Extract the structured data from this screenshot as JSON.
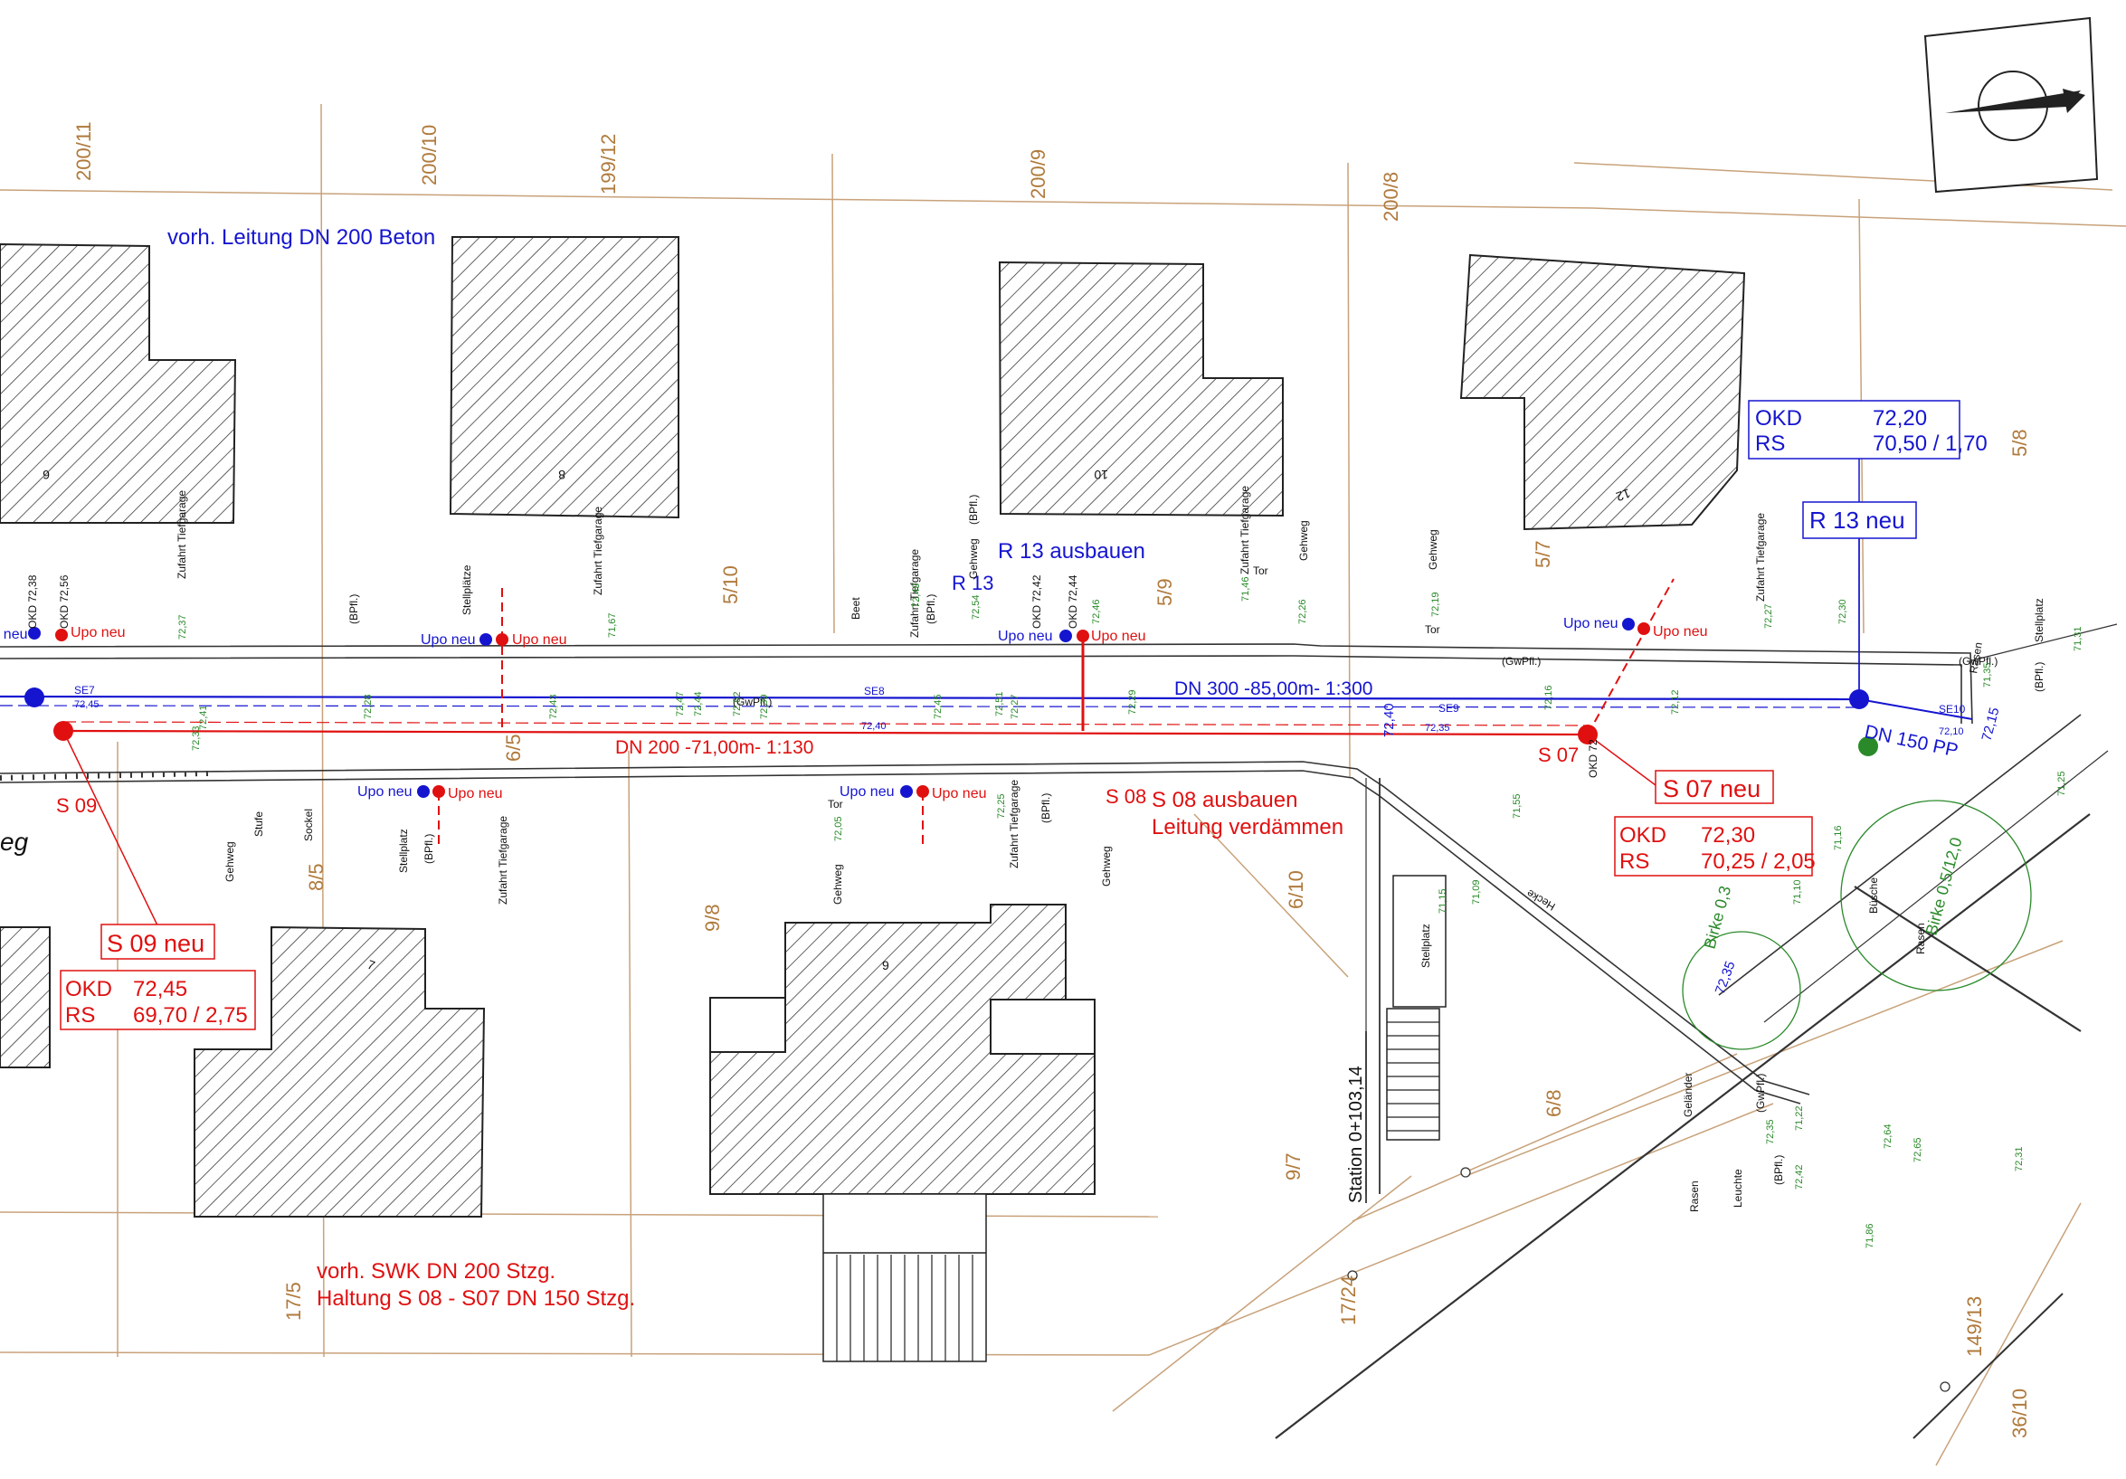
{
  "parcels": {
    "p200_11": "200/11",
    "p200_10": "200/10",
    "p199_12": "199/12",
    "p200_9": "200/9",
    "p200_8": "200/8",
    "p5_10": "5/10",
    "p5_9": "5/9",
    "p5_7": "5/7",
    "p5_8": "5/8",
    "p6_5": "6/5",
    "p8_5": "8/5",
    "p9_8": "9/8",
    "p6_10": "6/10",
    "p9_7": "9/7",
    "p6_8": "6/8",
    "p17_5": "17/5",
    "p17_24": "17/24",
    "p149_13": "149/13",
    "p36_10": "36/10"
  },
  "labels": {
    "existing_line": "vorh. Leitung DN 200 Beton",
    "r13_remove": "R 13 ausbauen",
    "r13": "R 13",
    "r13_new": "R 13 neu",
    "dn300": "DN 300 -85,00m- 1:300",
    "dn200": "DN 200 -71,00m- 1:130",
    "dn150": "DN 150 PP",
    "s07": "S 07",
    "s07_new": "S 07 neu",
    "s08": "S 08",
    "s08_remove": "S 08 ausbauen",
    "s08_plug": "Leitung verdämmen",
    "s09": "S 09",
    "s09_new": "S 09 neu",
    "swk_1": "vorh. SWK DN 200 Stzg.",
    "swk_2": "Haltung S 08 - S07 DN 150 Stzg.",
    "station": "Station 0+103,14",
    "street_fragment": "eg",
    "upo_neu": "Upo neu",
    "se7": "SE7",
    "se8": "SE8",
    "se9": "SE9",
    "se10": "SE10"
  },
  "r13_box": {
    "okd_label": "OKD",
    "okd": "72,20",
    "rs_label": "RS",
    "rs": "70,50 / 1,70"
  },
  "s07_box": {
    "okd_label": "OKD",
    "okd": "72,30",
    "rs_label": "RS",
    "rs": "70,25 / 2,05"
  },
  "s09_box": {
    "okd_label": "OKD",
    "okd": "72,45",
    "rs_label": "RS",
    "rs": "69,70 / 2,75"
  },
  "house_numbers": {
    "h6": "6",
    "h8": "8",
    "h10": "10",
    "h12": "12",
    "h7": "7",
    "h9": "9"
  },
  "small_labels": {
    "zufahrt": "Zufahrt Tiefgarage",
    "stellplatz": "Stellplatz",
    "stellplaetze": "Stellplätze",
    "gehweg": "Gehweg",
    "bpfl": "(BPfl.)",
    "gwpfl": "(GwPfl.)",
    "beet": "Beet",
    "tor": "Tor",
    "hecke": "Hecke",
    "rasen": "Rasen",
    "sockel": "Sockel",
    "stufe": "Stufe",
    "birke_a": "Birke 0,3",
    "birke_b": "Birke 0,5/12,0",
    "buesche": "Büsche",
    "gelaender": "Geländer",
    "leuchte": "Leuchte",
    "okd_7238": "OKD 72,38",
    "okd_7256": "OKD 72,56",
    "okd_7242": "OKD 72,42",
    "okd_7244": "OKD 72,44",
    "okd_72": "OKD 72",
    "el_7240": "72,40",
    "el_7245": "72,45",
    "el_7235": "72,35",
    "el_7210": "72,10",
    "el_7215": "72,15",
    "el_7240b": "72,40",
    "el_7235b": "72,35"
  },
  "spot_heights": [
    "72,49",
    "72,54",
    "72,46",
    "72,51",
    "72,43",
    "72,47",
    "72,44",
    "72,39",
    "72,37",
    "72,41",
    "72,33",
    "72,28",
    "71,67",
    "72,52",
    "72,45",
    "72,27",
    "72,29",
    "71,46",
    "72,26",
    "72,19",
    "72,16",
    "72,12",
    "72,27",
    "72,30",
    "71,35",
    "71,31",
    "71,25",
    "71,16",
    "71,10",
    "71,22",
    "72,35",
    "72,42",
    "72,64",
    "72,65",
    "72,31",
    "71,86",
    "71,55",
    "71,15",
    "71,09",
    "72,05",
    "72,25"
  ],
  "colors": {
    "blue": "#1515d0",
    "red": "#e01010",
    "parcel": "#b07a3c",
    "green": "#2a8a2a",
    "black": "#111111"
  },
  "north_arrow": "north-arrow-icon"
}
